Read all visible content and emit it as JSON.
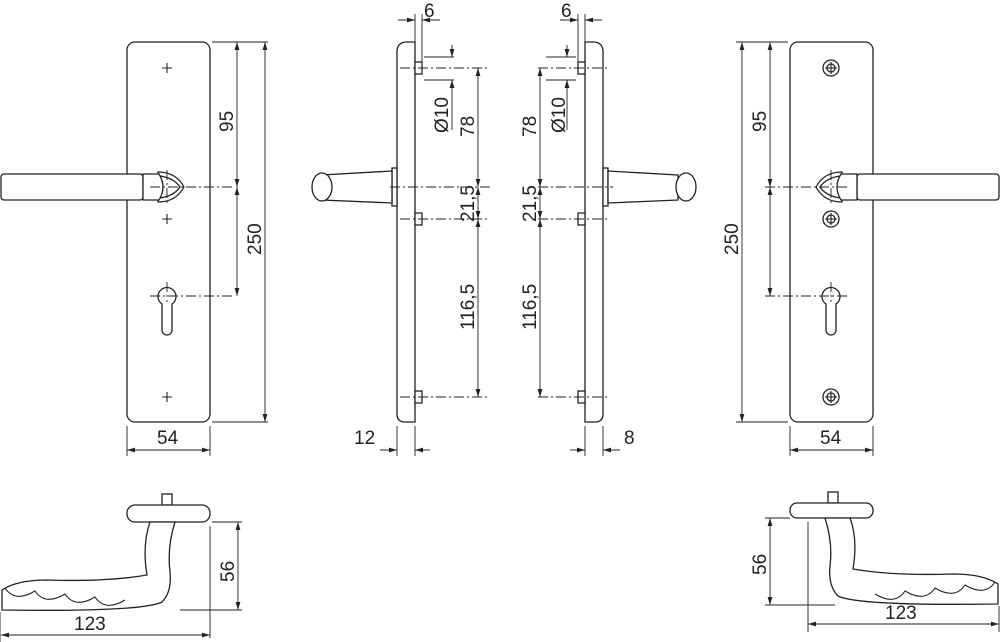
{
  "drawing": {
    "front_left": {
      "height": "250",
      "handle_to_top": "95",
      "width": "54"
    },
    "side_left": {
      "screw_offset": "6",
      "screw_diameter": "Ø10",
      "top_to_handle": "78",
      "handle_to_screw": "21,5",
      "screw_to_screw": "116,5",
      "thickness": "12"
    },
    "side_right": {
      "screw_offset": "6",
      "screw_diameter": "Ø10",
      "top_to_handle": "78",
      "handle_to_screw": "21,5",
      "screw_to_screw": "116,5",
      "thickness": "8"
    },
    "front_right": {
      "height": "250",
      "handle_to_top": "95",
      "width": "54"
    },
    "lever_left": {
      "height": "56",
      "length": "123"
    },
    "lever_right": {
      "height": "56",
      "length": "123"
    }
  }
}
